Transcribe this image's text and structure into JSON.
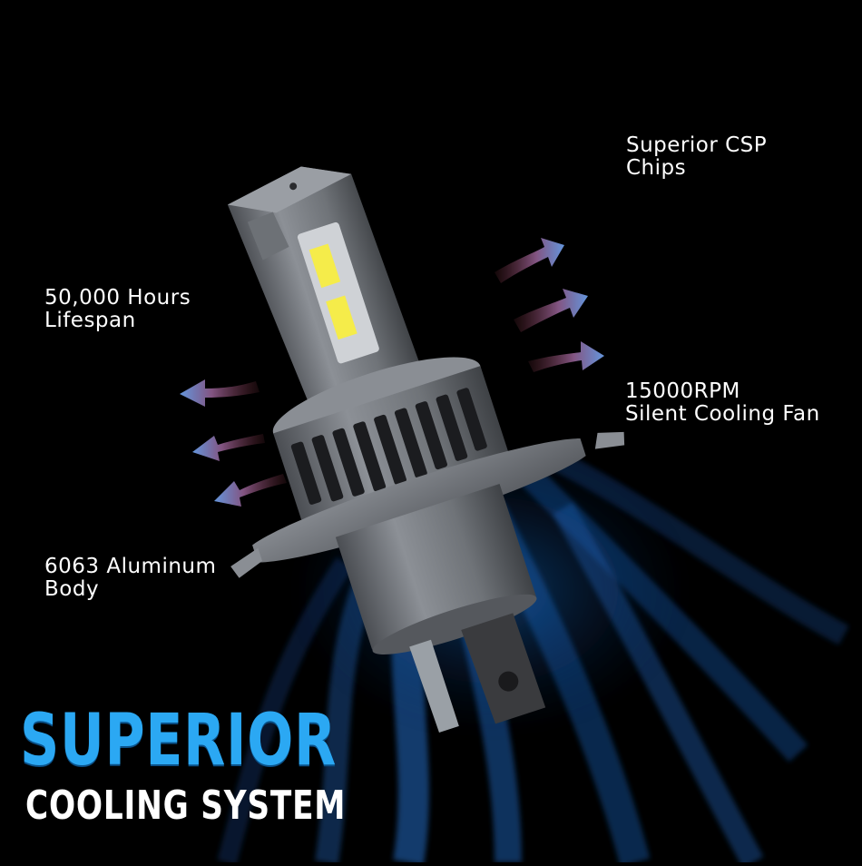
{
  "features": {
    "csp": {
      "line1": "Superior CSP",
      "line2": "Chips"
    },
    "lifespan": {
      "line1": "50,000 Hours",
      "line2": "Lifespan"
    },
    "fan": {
      "line1": "15000RPM",
      "line2": "Silent Cooling Fan"
    },
    "body": {
      "line1": "6063 Aluminum",
      "line2": "Body"
    }
  },
  "headline": {
    "line1": "SUPERIOR",
    "line2": "COOLING SYSTEM"
  },
  "colors": {
    "background": "#000000",
    "headline_accent": "#2ba8f3",
    "airflow": "#1a6fd0",
    "housing": "#7a7d82",
    "led": "#f5ec4a"
  },
  "icons": [
    "led-bulb",
    "airflow-arrow",
    "cooling-wave"
  ]
}
